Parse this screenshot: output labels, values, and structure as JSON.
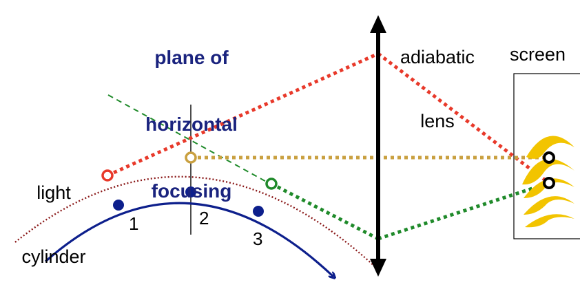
{
  "labels": {
    "plane_line1": "plane of",
    "plane_line2": "horizontal",
    "plane_line3": "focusing",
    "lens_line1": "adiabatic",
    "lens_line2": "lens",
    "screen": "screen",
    "light_line1": "light",
    "light_line2": "cylinder",
    "n1": "1",
    "n2": "2",
    "n3": "3"
  },
  "colors": {
    "red": "#e8392a",
    "gold": "#c9a040",
    "green": "#1f8a2a",
    "dark_red": "#8b1a1a",
    "navy": "#0d1f8c",
    "yellow": "#f2c400",
    "black": "#000000",
    "plane_title": "#1a237e"
  }
}
